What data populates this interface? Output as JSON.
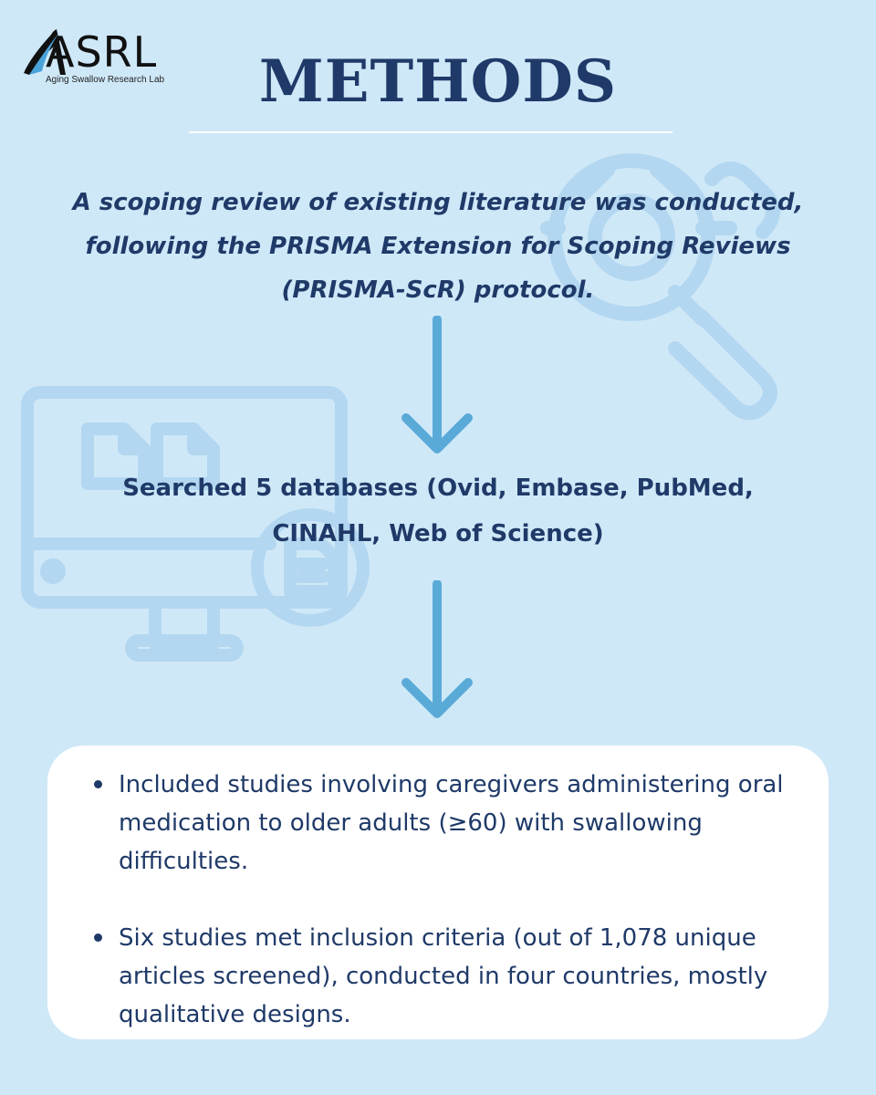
{
  "logo": {
    "name": "ASRL",
    "subtitle": "Aging Swallow Research Lab"
  },
  "header": {
    "title": "METHODS"
  },
  "flow": {
    "intro": "A scoping review of existing literature was conducted, following the PRISMA Extension for Scoping Reviews (PRISMA-ScR) protocol.",
    "step2": "Searched 5 databases (Ovid, Embase, PubMed, CINAHL, Web of Science)"
  },
  "panel": {
    "bullets": [
      "Included studies involving caregivers administering oral medication to older adults (≥60) with swallowing difficulties.",
      "Six studies met inclusion criteria (out of 1,078 unique articles screened), conducted in four countries, mostly qualitative designs."
    ]
  },
  "colors": {
    "background": "#cfe8f8",
    "heading": "#1f3a68",
    "arrow": "#5aaad8",
    "watermark": "#b3d7f0",
    "panel": "#ffffff"
  },
  "icons": [
    "magnifier-gear-icon",
    "monitor-documents-icon",
    "arrow-down-icon",
    "bullet-icon"
  ]
}
